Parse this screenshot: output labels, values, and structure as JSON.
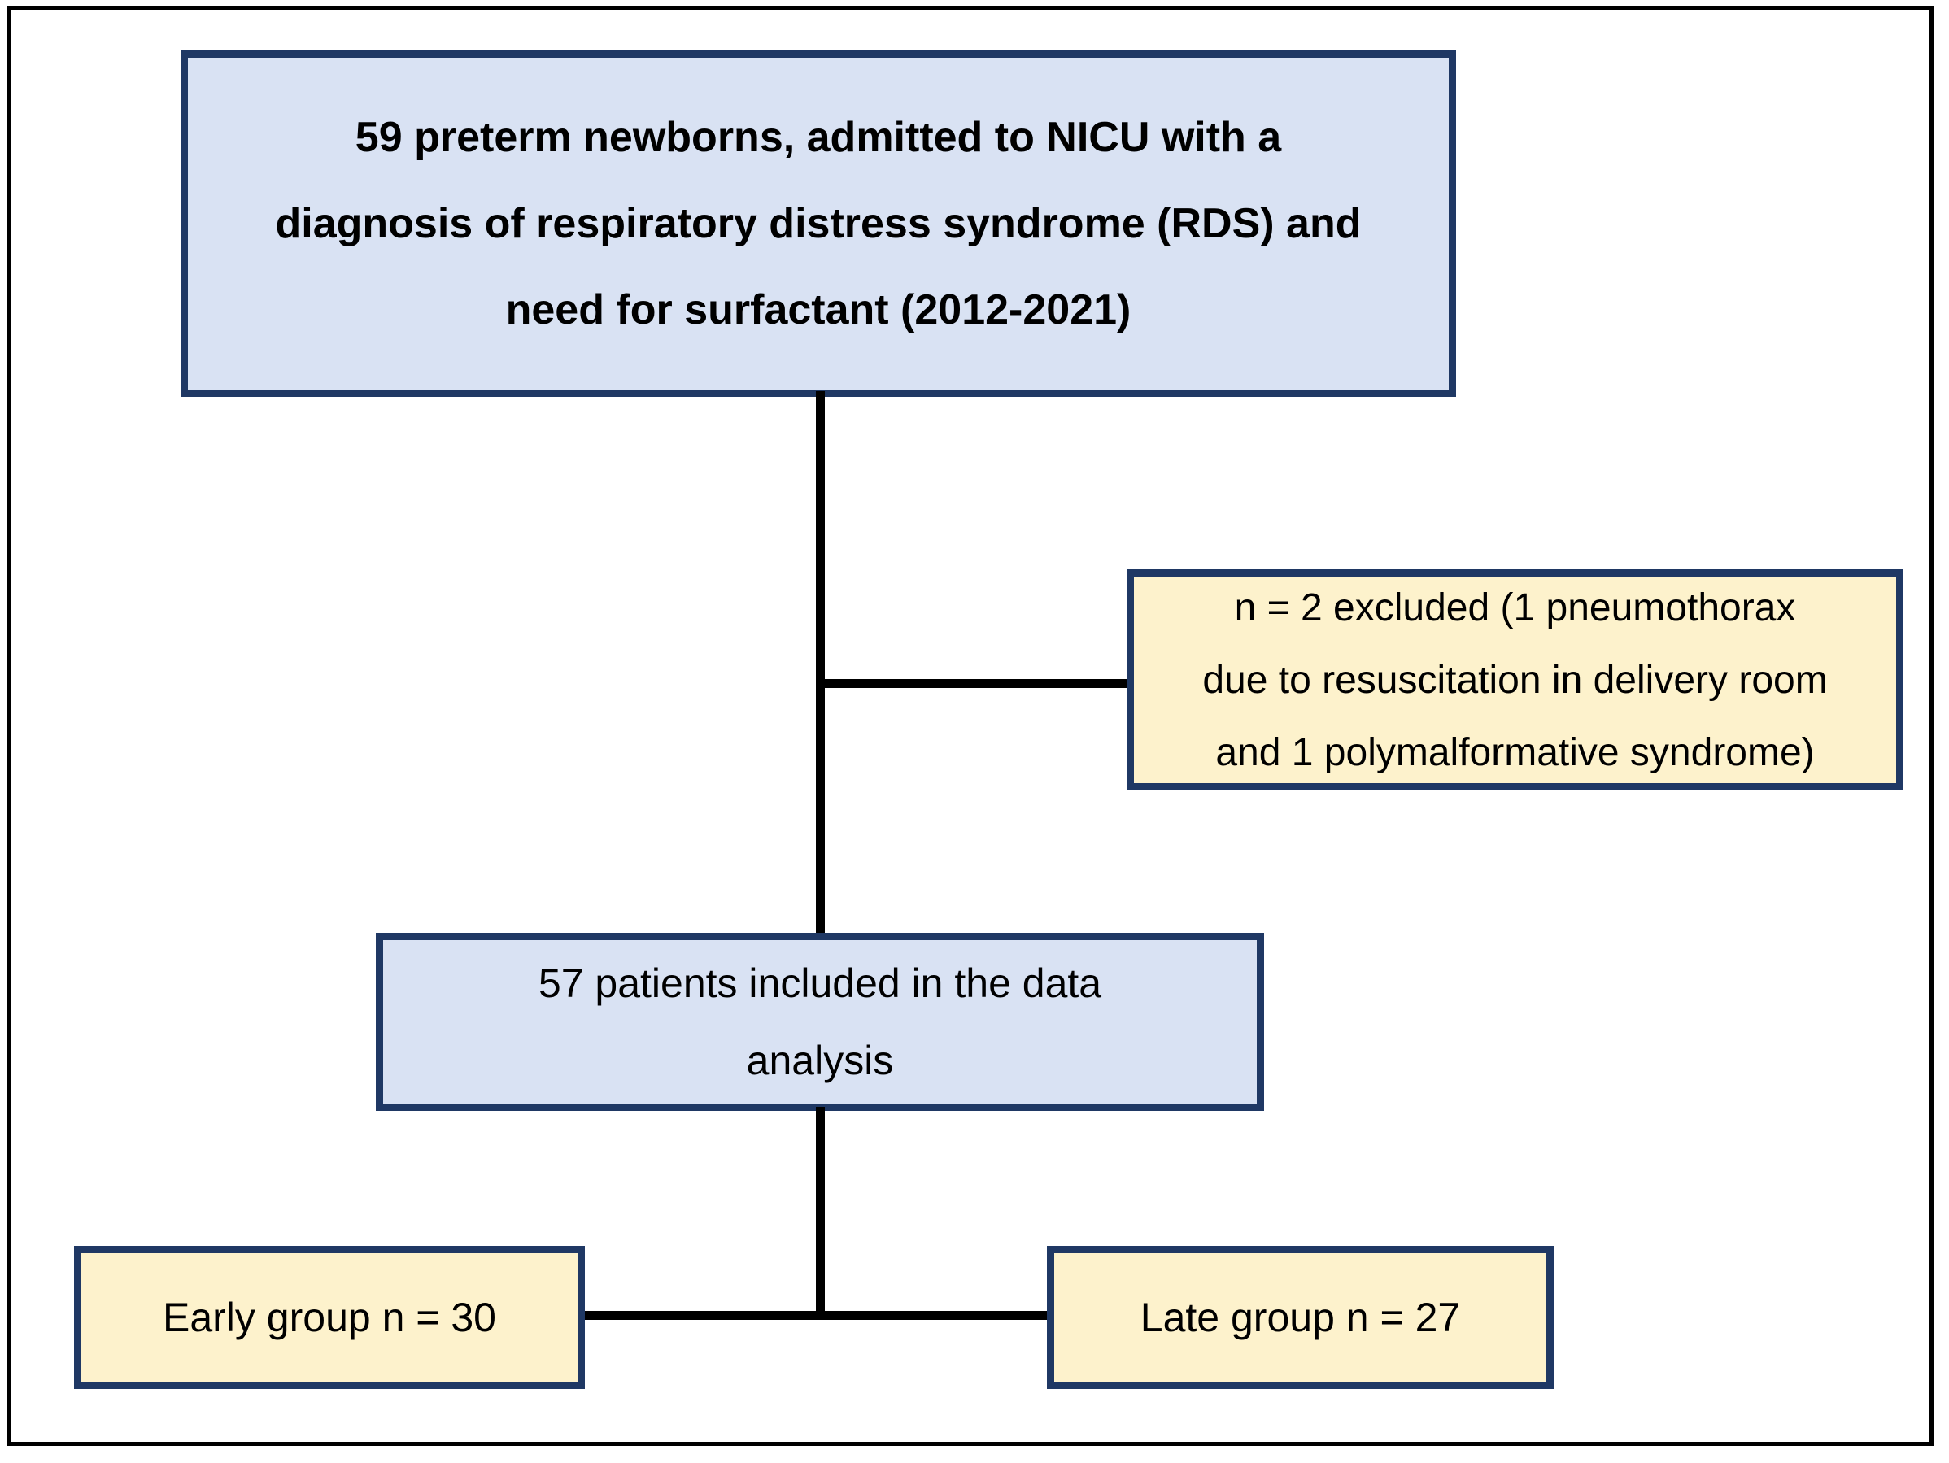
{
  "theme": {
    "page_bg": "#ffffff",
    "frame_border": "#000000",
    "box_border": "#1f3864",
    "blue_fill": "#d9e2f3",
    "yellow_fill": "#fdf2cc",
    "connector_color": "#000000",
    "text_color": "#000000"
  },
  "boxes": {
    "top": {
      "lines": [
        "59 preterm newborns, admitted to NICU with a",
        "diagnosis of respiratory distress syndrome (RDS) and",
        "need for surfactant (2012-2021)"
      ],
      "n": 59,
      "period": "2012-2021"
    },
    "excluded": {
      "lines": [
        "n = 2 excluded (1 pneumothorax",
        "due to resuscitation in delivery room",
        "and 1 polymalformative syndrome)"
      ],
      "n": 2
    },
    "included": {
      "lines": [
        "57 patients included in the data",
        "analysis"
      ],
      "n": 57
    },
    "early": {
      "label": "Early group n =  30",
      "n": 30
    },
    "late": {
      "label": "Late group n =  27",
      "n": 27
    }
  }
}
